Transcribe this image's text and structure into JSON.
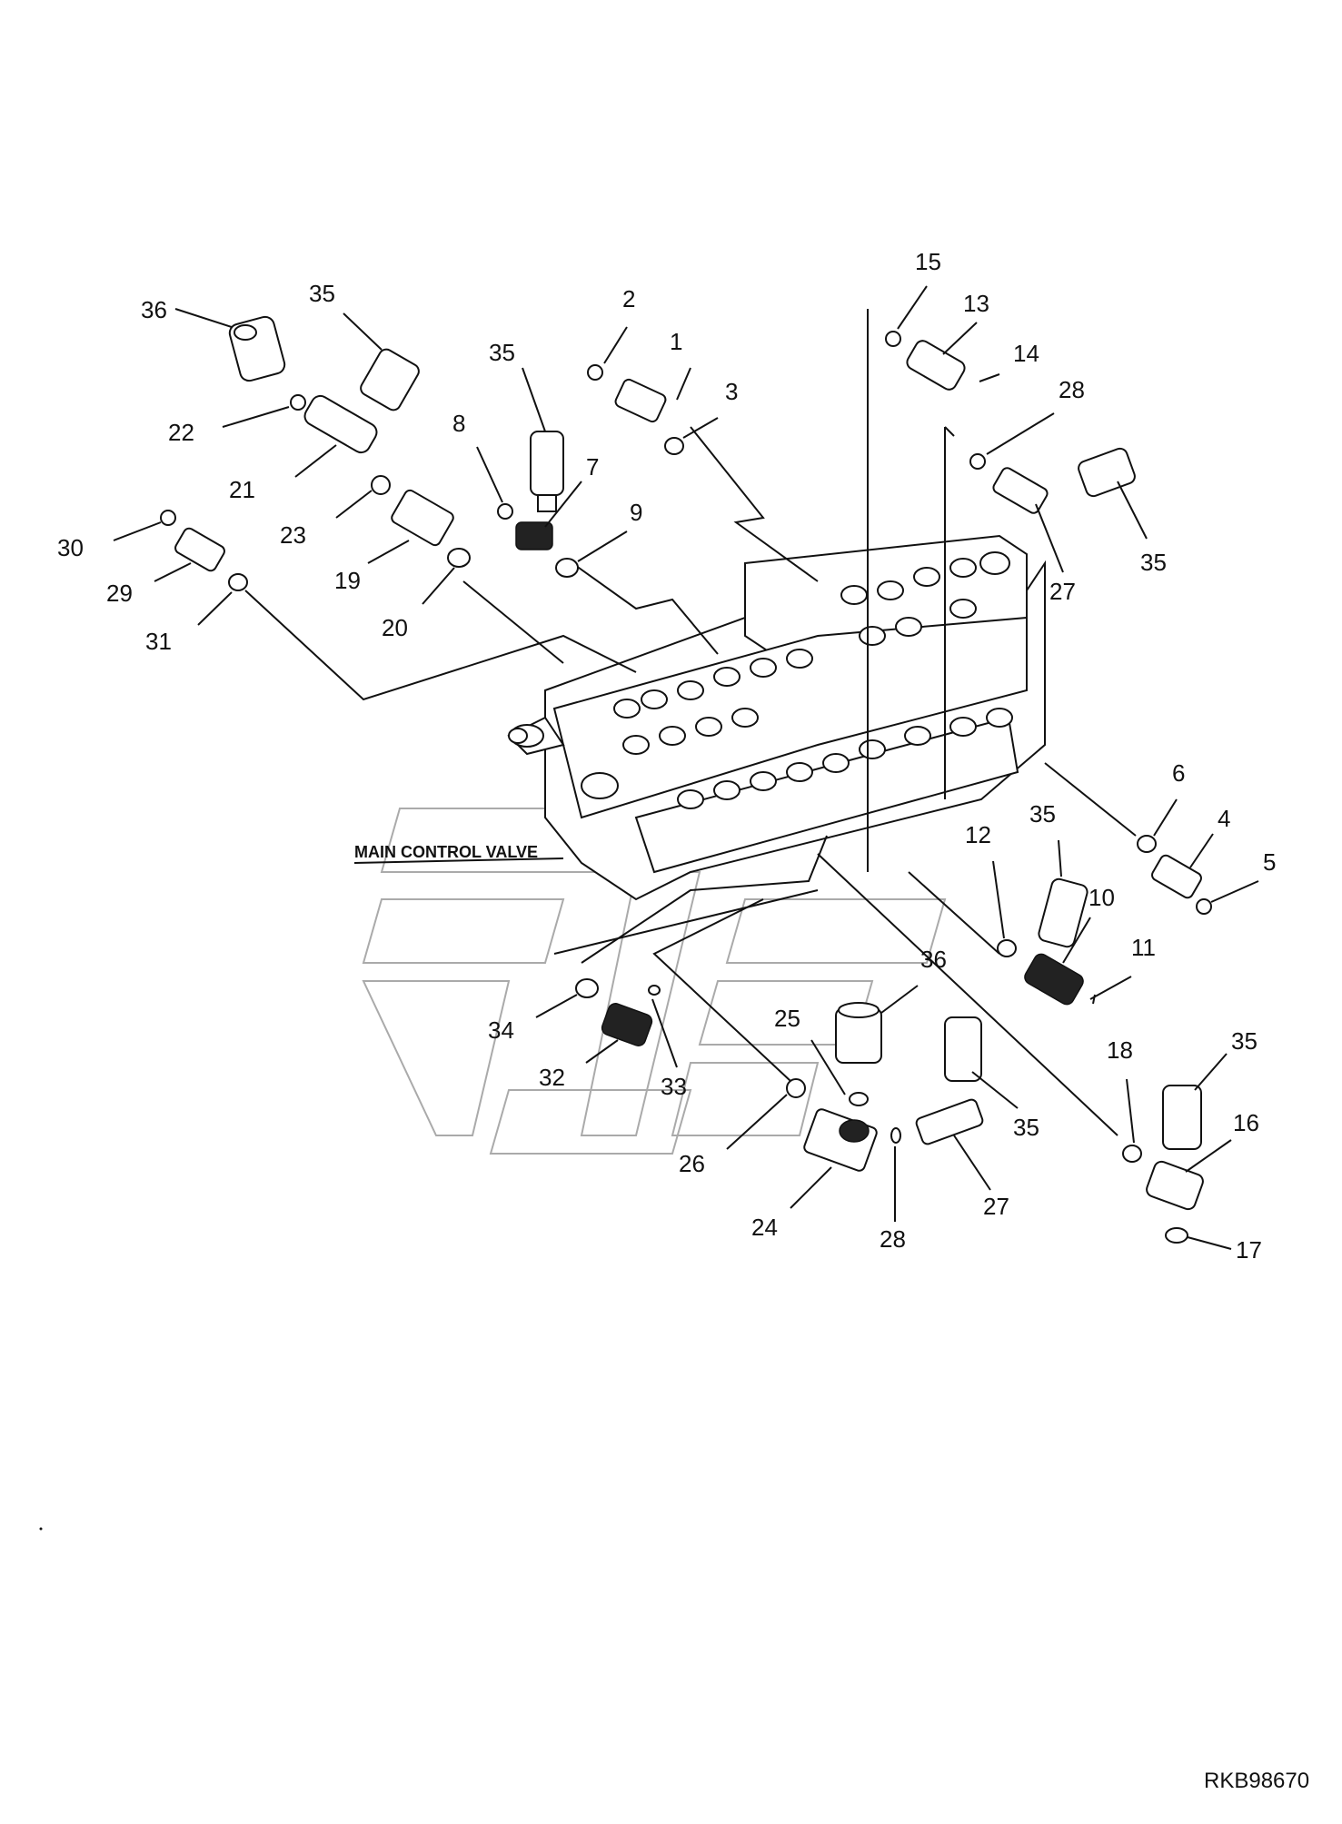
{
  "diagram": {
    "assembly_label": "MAIN CONTROL VALVE",
    "reference_code": "RKB98670",
    "callouts": [
      {
        "id": "c1",
        "text": "1"
      },
      {
        "id": "c2",
        "text": "2"
      },
      {
        "id": "c3",
        "text": "3"
      },
      {
        "id": "c4",
        "text": "4"
      },
      {
        "id": "c5",
        "text": "5"
      },
      {
        "id": "c6",
        "text": "6"
      },
      {
        "id": "c7",
        "text": "7"
      },
      {
        "id": "c8",
        "text": "8"
      },
      {
        "id": "c9",
        "text": "9"
      },
      {
        "id": "c10",
        "text": "10"
      },
      {
        "id": "c11",
        "text": "11"
      },
      {
        "id": "c12",
        "text": "12"
      },
      {
        "id": "c13",
        "text": "13"
      },
      {
        "id": "c14",
        "text": "14"
      },
      {
        "id": "c15",
        "text": "15"
      },
      {
        "id": "c16",
        "text": "16"
      },
      {
        "id": "c17",
        "text": "17"
      },
      {
        "id": "c18",
        "text": "18"
      },
      {
        "id": "c19",
        "text": "19"
      },
      {
        "id": "c20",
        "text": "20"
      },
      {
        "id": "c21",
        "text": "21"
      },
      {
        "id": "c22",
        "text": "22"
      },
      {
        "id": "c23",
        "text": "23"
      },
      {
        "id": "c24",
        "text": "24"
      },
      {
        "id": "c25",
        "text": "25"
      },
      {
        "id": "c26",
        "text": "26"
      },
      {
        "id": "c27a",
        "text": "27"
      },
      {
        "id": "c27b",
        "text": "27"
      },
      {
        "id": "c28a",
        "text": "28"
      },
      {
        "id": "c28b",
        "text": "28"
      },
      {
        "id": "c29",
        "text": "29"
      },
      {
        "id": "c30",
        "text": "30"
      },
      {
        "id": "c31",
        "text": "31"
      },
      {
        "id": "c32",
        "text": "32"
      },
      {
        "id": "c33",
        "text": "33"
      },
      {
        "id": "c34",
        "text": "34"
      },
      {
        "id": "c35a",
        "text": "35"
      },
      {
        "id": "c35b",
        "text": "35"
      },
      {
        "id": "c35c",
        "text": "35"
      },
      {
        "id": "c35d",
        "text": "35"
      },
      {
        "id": "c35e",
        "text": "35"
      },
      {
        "id": "c35f",
        "text": "35"
      },
      {
        "id": "c36a",
        "text": "36"
      },
      {
        "id": "c36b",
        "text": "36"
      }
    ]
  }
}
